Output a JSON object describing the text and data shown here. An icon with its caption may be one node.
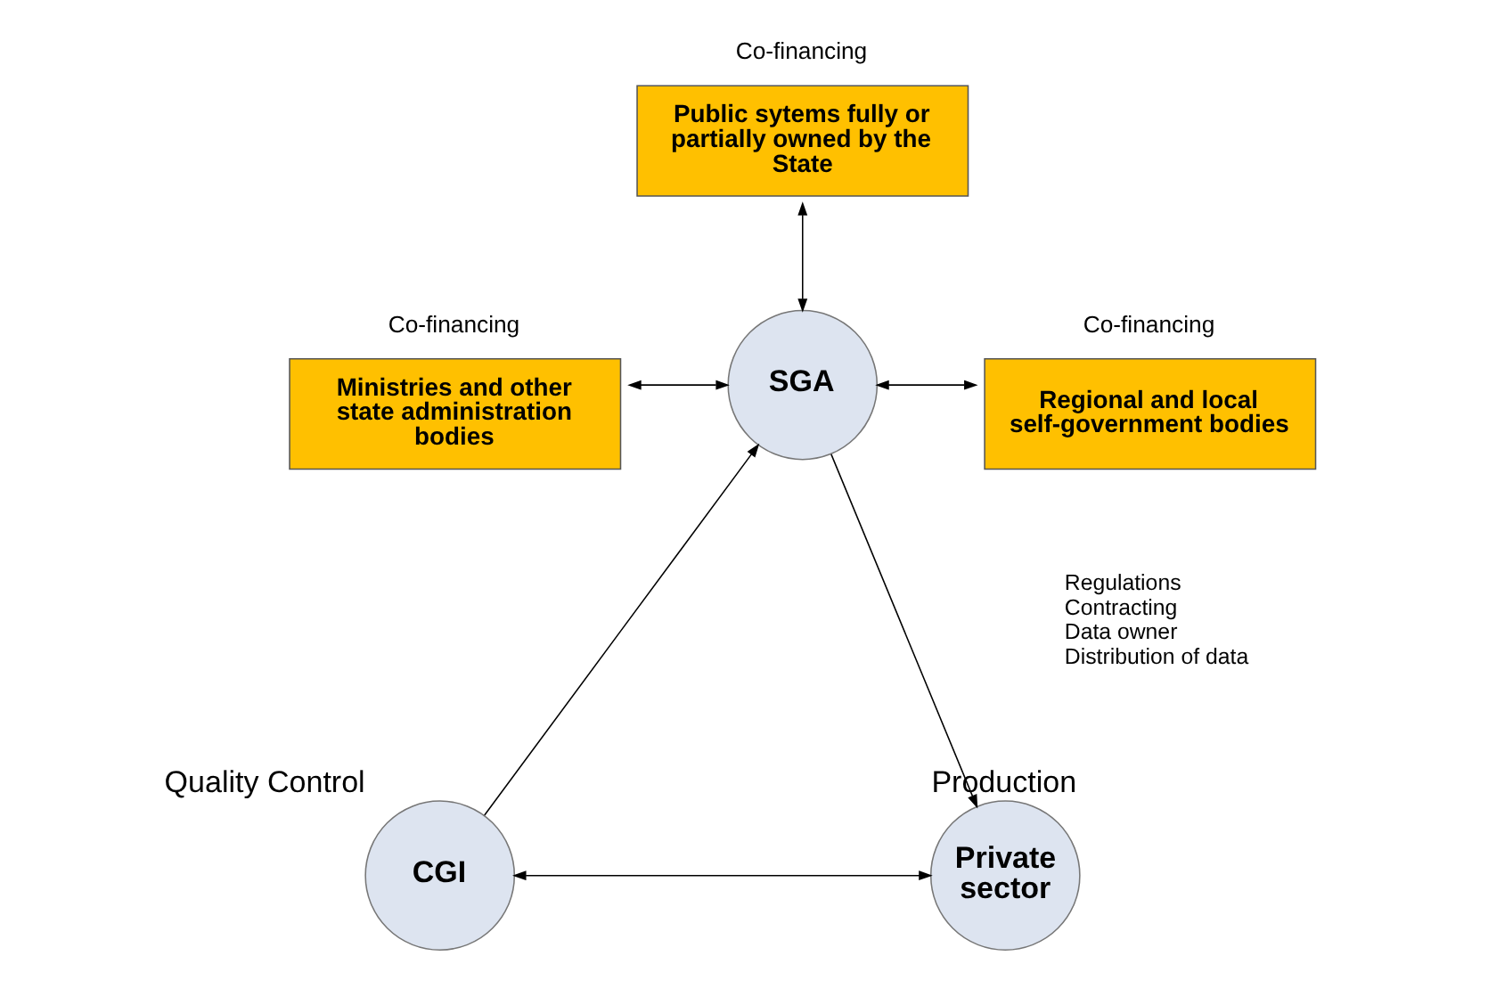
{
  "diagram": {
    "nodes": [
      {
        "text": [
          "Public sytems fully or partially owned by the State"
        ],
        "beside": [
          "Co-financing"
        ]
      },
      {
        "text": [
          "Ministries and other state administration bodies"
        ],
        "beside": [
          "Co-financing"
        ]
      },
      {
        "text": [
          "SGA"
        ]
      },
      {
        "text": [
          "Regional and local self-government bodies"
        ],
        "beside": [
          "Co-financing"
        ]
      },
      {
        "text": [
          "CGI"
        ],
        "beside": [
          "Quality Control"
        ]
      },
      {
        "text": [
          "Private sector"
        ],
        "beside": [
          "Production"
        ]
      }
    ],
    "edges": [
      {
        "from": 0,
        "to": 2,
        "arrow": "both"
      },
      {
        "from": 1,
        "to": 2,
        "arrow": "both"
      },
      {
        "from": 2,
        "to": 3,
        "arrow": "both"
      },
      {
        "from": 4,
        "to": 2,
        "arrow": "to"
      },
      {
        "from": 2,
        "to": 5,
        "arrow": "to"
      },
      {
        "from": 4,
        "to": 5,
        "arrow": "both"
      }
    ],
    "labels": [
      "Regulations",
      "Contracting",
      "Data owner",
      "Distribution of data"
    ]
  }
}
